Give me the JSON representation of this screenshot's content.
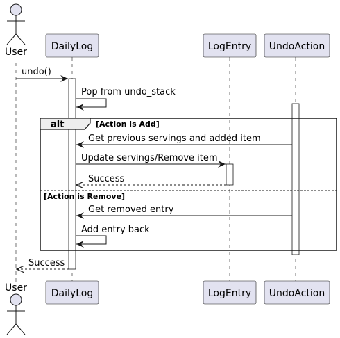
{
  "participants": {
    "user": "User",
    "dailylog": "DailyLog",
    "logentry": "LogEntry",
    "undoaction": "UndoAction"
  },
  "messages": {
    "m1": "undo()",
    "m2": "Pop from undo_stack",
    "m3": "Get previous servings and added item",
    "m4": "Update servings/Remove item",
    "m5": "Success",
    "m6": "Get removed entry",
    "m7": "Add entry back",
    "m8": "Success"
  },
  "fragment": {
    "keyword": "alt",
    "guard1": "[Action is Add]",
    "guard2": "[Action is Remove]"
  },
  "colors": {
    "participant_fill": "#e2e2f0",
    "participant_stroke": "#181818",
    "lifeline": "#181818",
    "fragment_header": "#eeeeee"
  }
}
